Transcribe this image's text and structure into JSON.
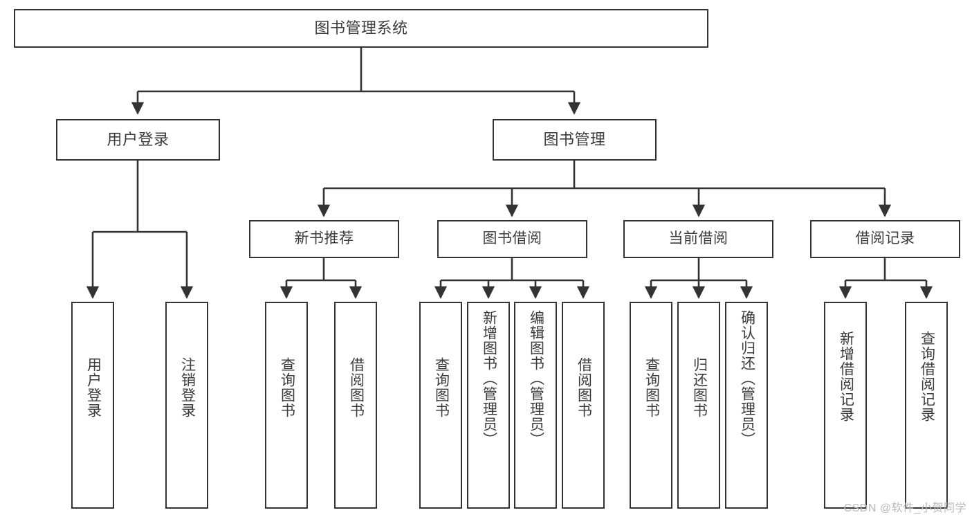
{
  "diagram": {
    "type": "tree",
    "title": "图书管理系统",
    "orientation": "top-down",
    "colors": {
      "box_border": "#333333",
      "box_fill": "#ffffff",
      "connector": "#333333",
      "text": "#3c3c3c",
      "watermark": "#b9b9b9",
      "background": "#ffffff"
    },
    "nodes": {
      "root": {
        "label": "图书管理系统"
      },
      "level2": [
        {
          "label": "用户登录"
        },
        {
          "label": "图书管理"
        }
      ],
      "level3": [
        {
          "label": "新书推荐"
        },
        {
          "label": "图书借阅"
        },
        {
          "label": "当前借阅"
        },
        {
          "label": "借阅记录"
        }
      ],
      "leaves": {
        "user_login": [
          {
            "label": "用户登录"
          },
          {
            "label": "注销登录"
          }
        ],
        "new_book_recommend": [
          {
            "label": "查询图书"
          },
          {
            "label": "借阅图书"
          }
        ],
        "book_borrow": [
          {
            "label": "查询图书"
          },
          {
            "label": "新增图书（管理员）"
          },
          {
            "label": "编辑图书（管理员）"
          },
          {
            "label": "借阅图书"
          }
        ],
        "current_borrow": [
          {
            "label": "查询图书"
          },
          {
            "label": "归还图书"
          },
          {
            "label": "确认归还（管理员）"
          }
        ],
        "borrow_record": [
          {
            "label": "新增借阅记录"
          },
          {
            "label": "查询借阅记录"
          }
        ]
      }
    }
  },
  "watermark": {
    "text": "CSDN @软件_小贺同学"
  }
}
